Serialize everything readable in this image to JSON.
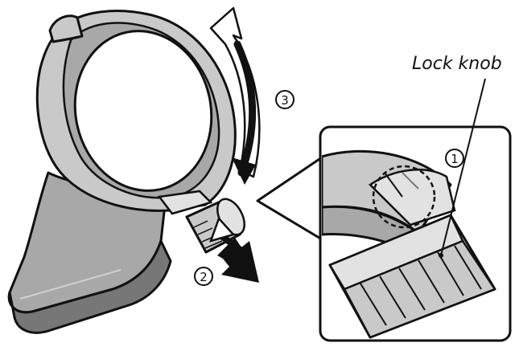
{
  "labels": {
    "lock_knob": "Lock knob",
    "step_1": "1",
    "step_2": "2",
    "step_3": "3"
  },
  "colors": {
    "ink": "#111111",
    "gray_dark": "#777777",
    "gray_mid": "#a8a8a8",
    "gray_light": "#c9c9c9",
    "gray_pale": "#e2e2e2",
    "white": "#ffffff"
  },
  "icons": [
    "rotate-arrow-icon",
    "pull-arrow-icon",
    "numbered-circle-icon"
  ]
}
